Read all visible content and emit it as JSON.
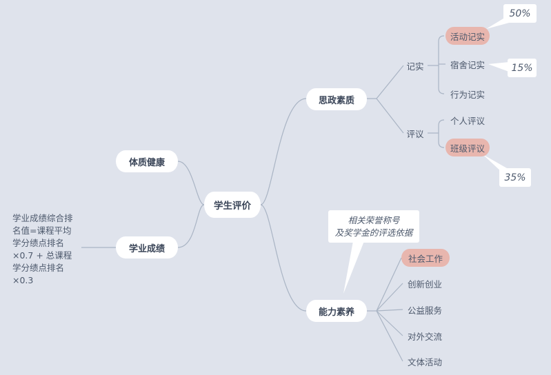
{
  "root": "学生评价",
  "branches": {
    "health": "体质健康",
    "academic": "学业成绩",
    "ideology": "思政素质",
    "ability": "能力素养"
  },
  "academic_note": "学业成绩综合排名值=课程平均学分绩点排名×0.7 + 总课程学分绩点排名×0.3",
  "ideology": {
    "record": {
      "label": "记实",
      "children": [
        "活动记实",
        "宿舍记实",
        "行为记实"
      ]
    },
    "review": {
      "label": "评议",
      "children": [
        "个人评议",
        "班级评议"
      ]
    }
  },
  "weights": {
    "activity": "50%",
    "dorm": "15%",
    "class": "35%"
  },
  "ability_note_line1": "相关荣誉称号",
  "ability_note_line2": "及奖学金的评选依据",
  "ability_children": [
    "社会工作",
    "创新创业",
    "公益服务",
    "对外交流",
    "文体活动"
  ],
  "colors": {
    "background": "#dfe3ec",
    "highlight": "#e8b6ae",
    "line": "#a9b4c4"
  }
}
